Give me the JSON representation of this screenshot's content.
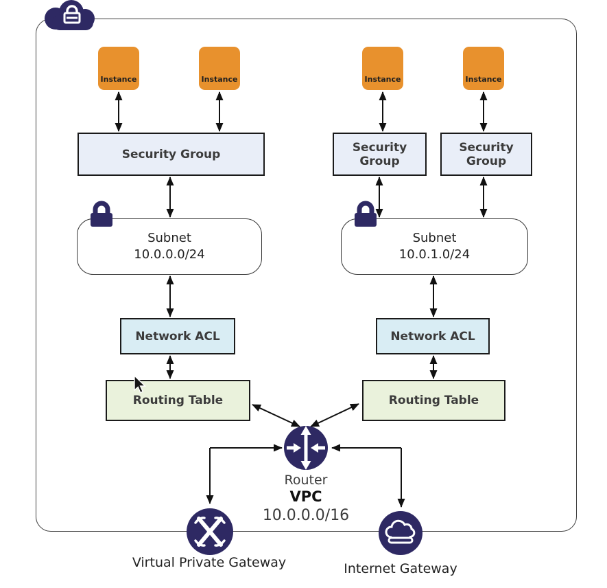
{
  "diagram": {
    "instances": [
      "Instance",
      "Instance",
      "Instance",
      "Instance"
    ],
    "security_groups": [
      "Security Group",
      "Security Group",
      "Security Group"
    ],
    "subnets": [
      {
        "title": "Subnet",
        "cidr": "10.0.0.0/24"
      },
      {
        "title": "Subnet",
        "cidr": "10.0.1.0/24"
      }
    ],
    "network_acls": [
      "Network ACL",
      "Network ACL"
    ],
    "routing_tables": [
      "Routing Table",
      "Routing Table"
    ],
    "router": {
      "label": "Router",
      "vpc_label": "VPC",
      "vpc_cidr": "10.0.0.0/16"
    },
    "gateways": {
      "vpg": "Virtual Private Gateway",
      "igw": "Internet Gateway"
    },
    "icons": [
      "cloud-lock-icon",
      "subnet-lock-icon",
      "router-icon",
      "vpn-gateway-icon",
      "internet-gateway-cloud-icon"
    ],
    "colors": {
      "instance_orange": "#E8912D",
      "security_group_fill": "#E9EEF8",
      "network_acl_fill": "#D9EDF4",
      "routing_table_fill": "#EAF2DC",
      "navy": "#2E2963",
      "box_border": "#1A1A1A",
      "arrow": "#111111"
    }
  }
}
